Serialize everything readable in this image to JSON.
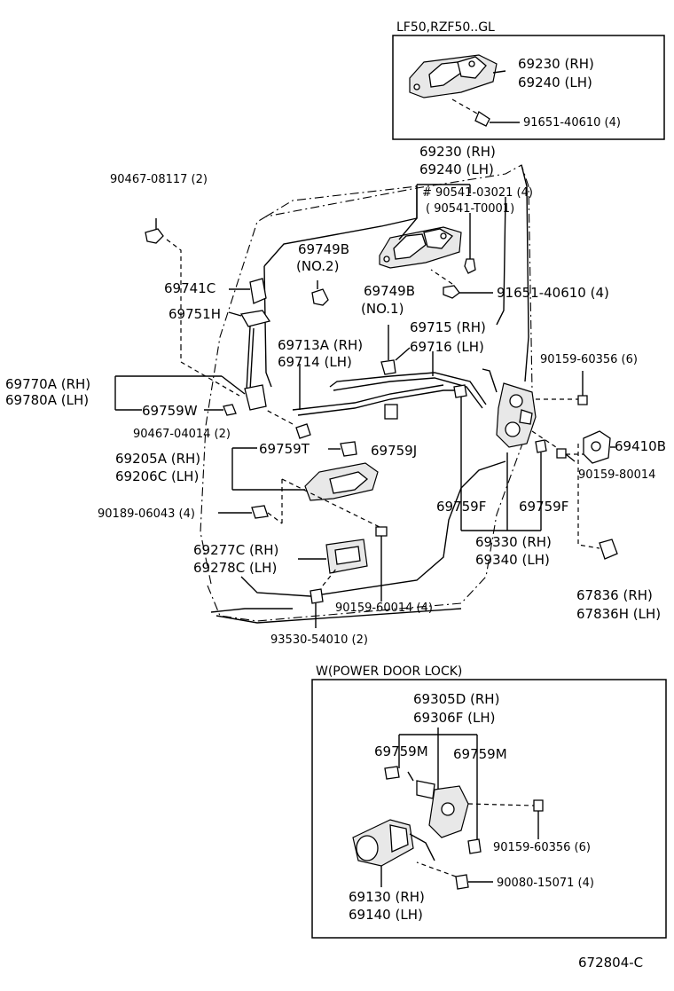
{
  "inset_top": {
    "title": "LF50,RZF50..GL",
    "part_handle_rh": "69230 (RH)",
    "part_handle_lh": "69240 (LH)",
    "part_bolt": "91651-40610 (4)"
  },
  "main": {
    "p69230": "69230 (RH)",
    "p69240": "69240 (LH)",
    "p90541a": "# 90541-03021 (4)",
    "p90541b": "( 90541-T0001)",
    "p90467_08117": "90467-08117 (2)",
    "p69749b_no2_a": "69749B",
    "p69749b_no2_b": "(NO.2)",
    "p69741c": "69741C",
    "p69751h": "69751H",
    "p91651": "91651-40610 (4)",
    "p69749b_no1_a": "69749B",
    "p69749b_no1_b": "(NO.1)",
    "p69715": "69715 (RH)",
    "p69716": "69716 (LH)",
    "p69713a": "69713A (RH)",
    "p69714": "69714    (LH)",
    "p90159_60356": "90159-60356 (6)",
    "p69770a": "69770A (RH)",
    "p69780a": "69780A (LH)",
    "p69759w": "69759W",
    "p90467_04014": "90467-04014 (2)",
    "p69410b": "69410B",
    "p69759t": "69759T",
    "p69759j": "69759J",
    "p90159_80014": "90159-80014",
    "p69205a": "69205A (RH)",
    "p69206c": "69206C (LH)",
    "p69759f_a": "69759F",
    "p69759f_b": "69759F",
    "p90189": "90189-06043 (4)",
    "p69330": "69330 (RH)",
    "p69340": "69340 (LH)",
    "p69277c": "69277C (RH)",
    "p69278c": "69278C (LH)",
    "p67836": "67836   (RH)",
    "p67836h": "67836H (LH)",
    "p90159_60014": "90159-60014 (4)",
    "p93530": "93530-54010 (2)"
  },
  "inset_bottom": {
    "title": "W(POWER DOOR LOCK)",
    "p69305d": "69305D (RH)",
    "p69306f": "69306F (LH)",
    "p69759m_a": "69759M",
    "p69759m_b": "69759M",
    "p90159_60356": "90159-60356 (6)",
    "p90080": "90080-15071 (4)",
    "p69130": "69130 (RH)",
    "p69140": "69140 (LH)"
  },
  "figure_code": "672804-C"
}
